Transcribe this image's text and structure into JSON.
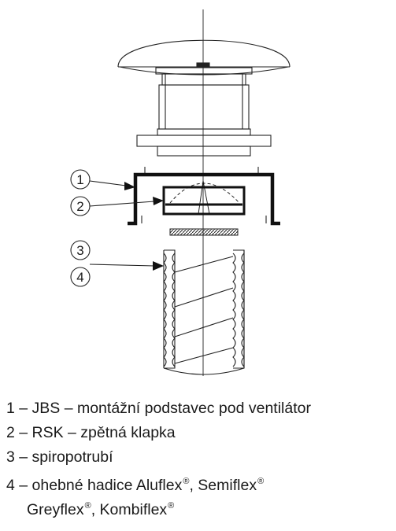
{
  "callouts": [
    "1",
    "2",
    "3",
    "4"
  ],
  "legend": {
    "item1": "1 – JBS – montážní podstavec pod ventilátor",
    "item2": "2 – RSK – zpětná klapka",
    "item3": "3 – spiropotrubí",
    "item4_pre": "4 – ohebné hadice Aluflex",
    "item4_mid": ", Semiflex",
    "item4_line2_a": "Greyflex",
    "item4_line2_b": ", Kombiflex",
    "registered": "®"
  }
}
